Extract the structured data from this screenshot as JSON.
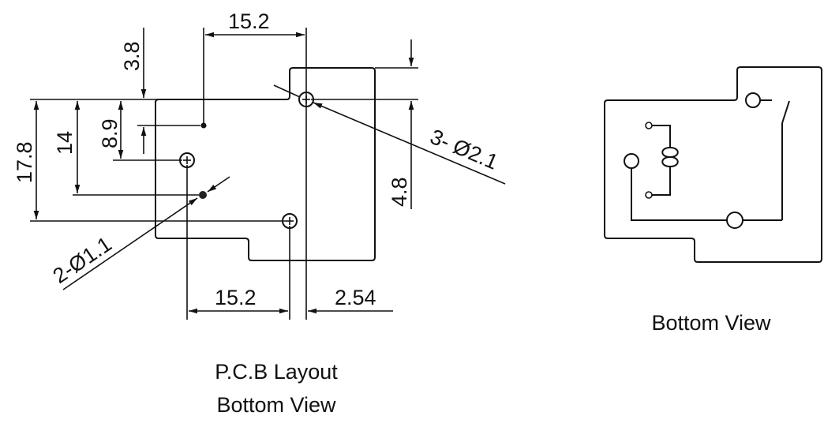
{
  "pcb_layout": {
    "caption_line1": "P.C.B Layout",
    "caption_line2": "Bottom View",
    "dimensions": {
      "top_pitch": "15.2",
      "bottom_pitch": "15.2",
      "offset_2_54": "2.54",
      "height_3_8": "3.8",
      "height_8_9": "8.9",
      "height_14": "14",
      "height_17_8": "17.8",
      "height_4_8": "4.8",
      "large_holes": "3- Ø2.1",
      "small_holes": "2-Ø1.1"
    }
  },
  "bottom_view": {
    "caption": "Bottom View"
  }
}
